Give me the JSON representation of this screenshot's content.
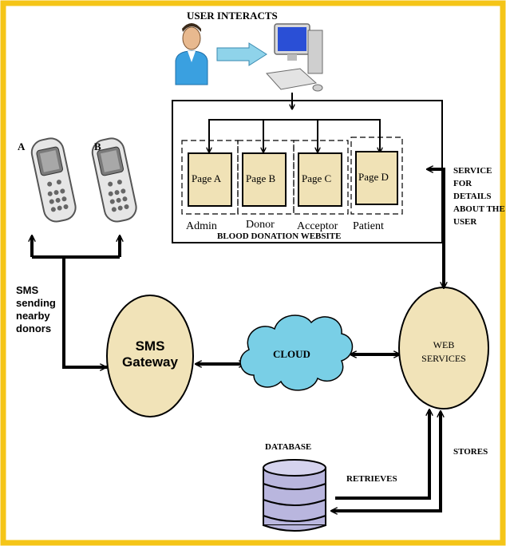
{
  "diagram": {
    "user_interacts": "USER INTERACTS",
    "phone_a": "A",
    "phone_b": "B",
    "pages": [
      {
        "page": "Page A",
        "role": "Admin"
      },
      {
        "page": "Page B",
        "role": "Donor"
      },
      {
        "page": "Page C",
        "role": "Acceptor"
      },
      {
        "page": "Page D",
        "role": "Patient"
      }
    ],
    "website_title": "BLOOD DONATION WEBSITE",
    "service_label": [
      "SERVICE",
      "FOR",
      "DETAILS",
      "ABOUT THE",
      "USER"
    ],
    "sms_label": [
      "SMS",
      "sending",
      "nearby",
      "donors"
    ],
    "sms_gateway": [
      "SMS",
      "Gateway"
    ],
    "cloud": "CLOUD",
    "web_services": [
      "WEB",
      "SERVICES"
    ],
    "database": "DATABASE",
    "retrieves": "RETRIEVES",
    "stores": "STORES",
    "colors": {
      "border": "#f5c518",
      "page_fill": "#f0e2b6",
      "ellipse_fill": "#f1e3b8",
      "cloud_fill": "#79cfe6",
      "db_fill": "#b9b6de",
      "arrow_fill": "#8fd3ea",
      "monitor": "#2a4fd6",
      "person_shirt": "#3aa0e0"
    }
  }
}
